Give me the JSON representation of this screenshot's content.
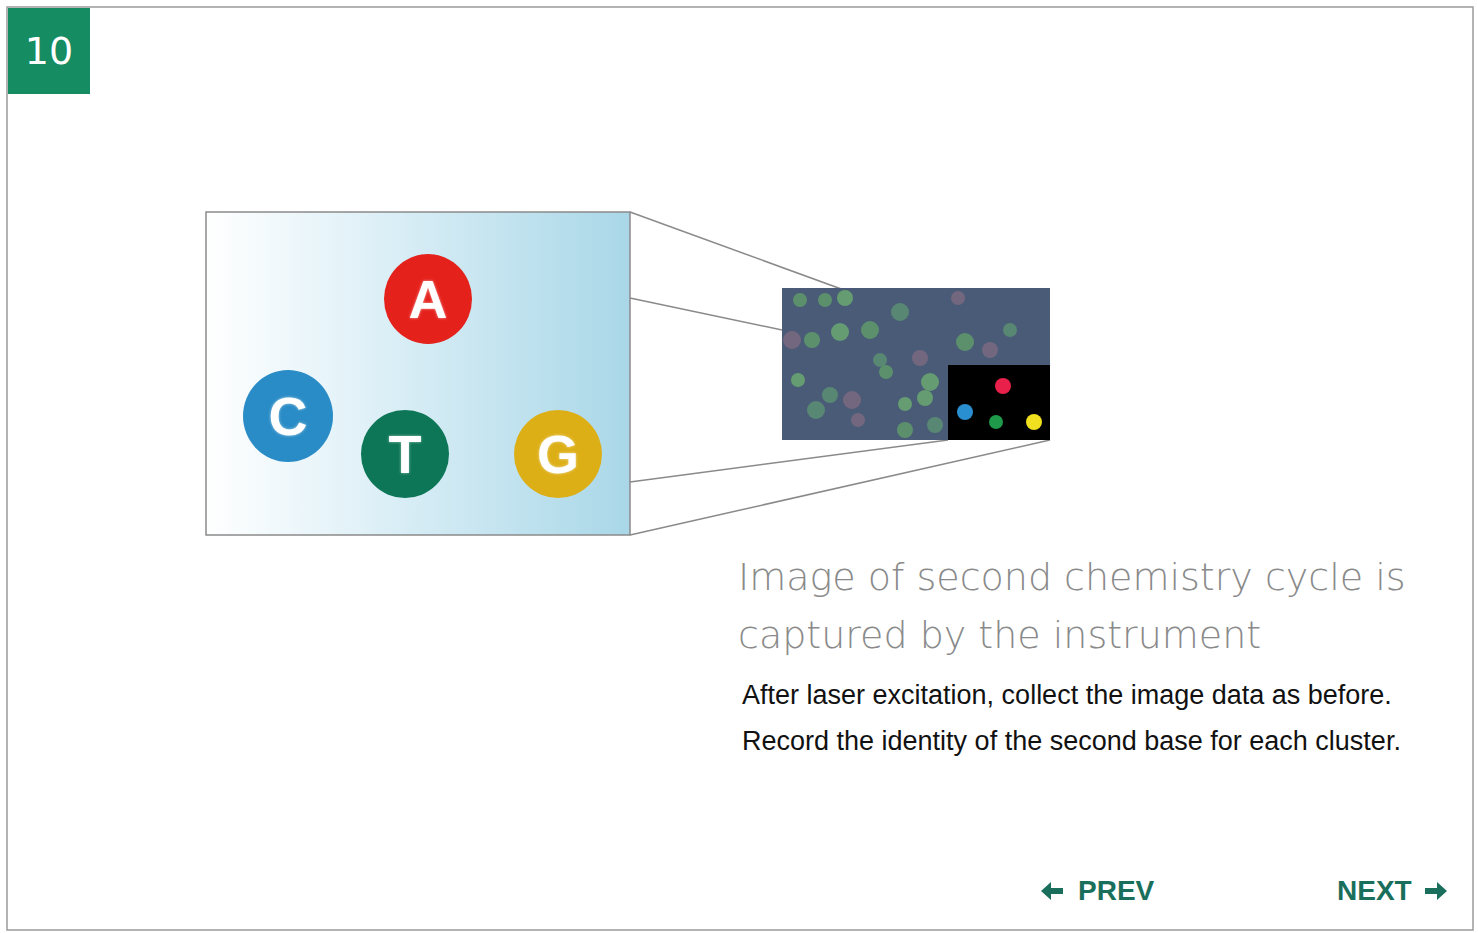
{
  "diagram": {
    "title": "Image of second chemistry cycle is captured by the instrument",
    "caption": "After laser excitation, collect the image data as before.  Record the identity of the second base for each cluster.",
    "nodes": [
      {
        "text": [
          "10"
        ]
      },
      {
        "text": [
          "A"
        ]
      },
      {
        "text": [
          "C"
        ]
      },
      {
        "text": [
          "T"
        ]
      },
      {
        "text": [
          "G"
        ]
      }
    ],
    "labels": [
      "PREV",
      "NEXT"
    ]
  }
}
